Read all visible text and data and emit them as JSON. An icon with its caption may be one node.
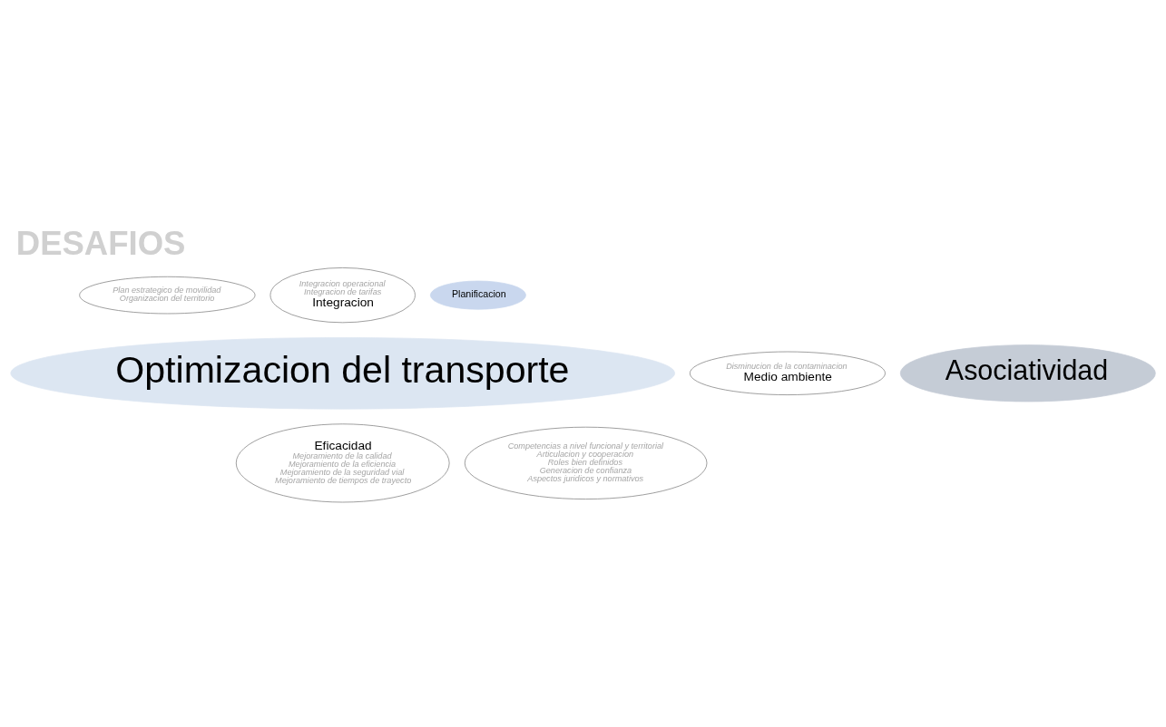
{
  "diagram": {
    "title": "DESAFIOS",
    "nodes": [
      {
        "text": [
          "Plan estrategico de movilidad",
          "Organizacion del territorio"
        ]
      },
      {
        "text": [
          "Integracion operacional",
          "Integracion de tarifas",
          "Integracion"
        ]
      },
      {
        "text": [
          "Planificacion"
        ]
      },
      {
        "text": [
          "Disminucion de la contaminacion",
          "Medio ambiente"
        ]
      },
      {
        "text": [
          "Optimizacion del transporte"
        ]
      },
      {
        "text": [
          "Asociatividad"
        ]
      },
      {
        "text": [
          "Eficacidad",
          "Mejoramiento de la calidad",
          "Mejoramiento de la eficiencia",
          "Mejoramiento de la seguridad vial",
          "Mejoramiento de tiempos de trayecto"
        ]
      },
      {
        "text": [
          "Competencias a nivel funcional y territorial",
          "Articulacion y cooperacion",
          "Roles bien definidos",
          "Generacion de confianza",
          "Aspectos juridicos y normativos"
        ]
      }
    ],
    "edges": []
  }
}
